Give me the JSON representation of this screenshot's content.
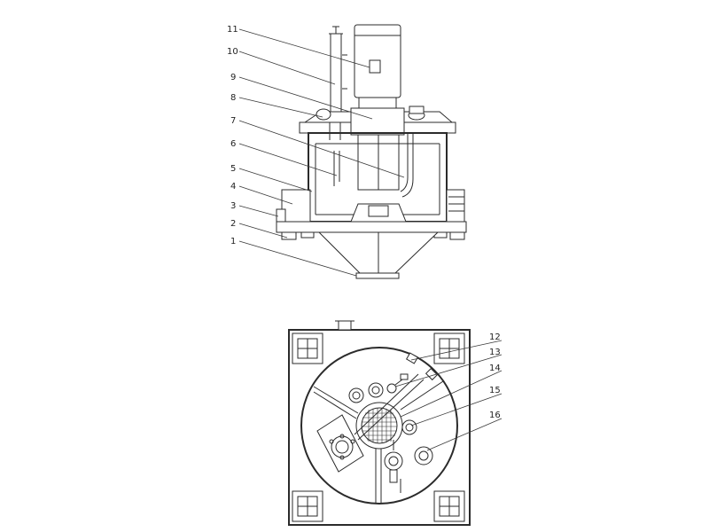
{
  "front_view": {
    "labels": [
      "1",
      "2",
      "3",
      "4",
      "5",
      "6",
      "7",
      "8",
      "9",
      "10",
      "11"
    ]
  },
  "top_view": {
    "labels": [
      "12",
      "13",
      "14",
      "15",
      "16"
    ]
  }
}
